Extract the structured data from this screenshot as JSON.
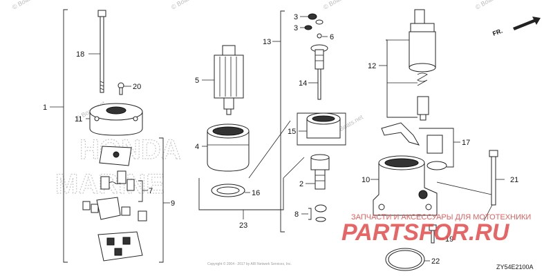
{
  "part_labels": [
    {
      "id": "1",
      "text": "1"
    },
    {
      "id": "2",
      "text": "2"
    },
    {
      "id": "3a",
      "text": "3"
    },
    {
      "id": "3b",
      "text": "3"
    },
    {
      "id": "4",
      "text": "4"
    },
    {
      "id": "5",
      "text": "5"
    },
    {
      "id": "6",
      "text": "6"
    },
    {
      "id": "7",
      "text": "7"
    },
    {
      "id": "8",
      "text": "8"
    },
    {
      "id": "9",
      "text": "9"
    },
    {
      "id": "10",
      "text": "10"
    },
    {
      "id": "11",
      "text": "11"
    },
    {
      "id": "12",
      "text": "12"
    },
    {
      "id": "13",
      "text": "13"
    },
    {
      "id": "14",
      "text": "14"
    },
    {
      "id": "15",
      "text": "15"
    },
    {
      "id": "16",
      "text": "16"
    },
    {
      "id": "17",
      "text": "17"
    },
    {
      "id": "18",
      "text": "18"
    },
    {
      "id": "19",
      "text": "19"
    },
    {
      "id": "20",
      "text": "20"
    },
    {
      "id": "21",
      "text": "21"
    },
    {
      "id": "22",
      "text": "22"
    },
    {
      "id": "23",
      "text": "23"
    }
  ],
  "watermarks": {
    "boats_net": "© Boats.net",
    "honda_marine_line1": "HONDA",
    "honda_marine_line2": "MARINE"
  },
  "direction": {
    "label": "FR."
  },
  "shop_overlay": {
    "shop_text": "ЗАПЧАСТИ И АКСЕССУАРЫ ДЛЯ МОТОТЕХНИКИ",
    "brand": "PARTSFOR.RU"
  },
  "diagram_code": "ZY54E2100A",
  "copyright": "Copyright © 2004 - 2017 by ARI Network Services, Inc."
}
